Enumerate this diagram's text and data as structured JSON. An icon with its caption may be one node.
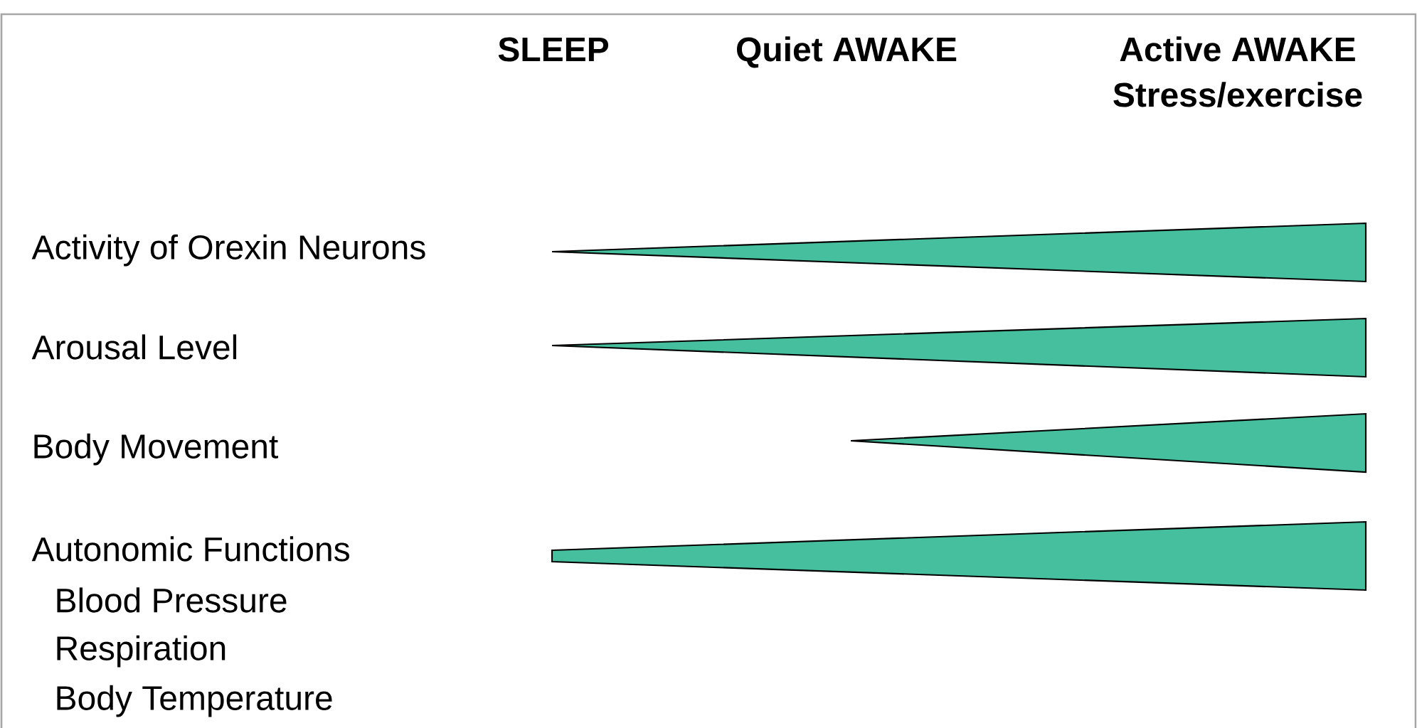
{
  "diagram": {
    "nodes": [
      {
        "text": [],
        "shape": "wedge"
      },
      {
        "text": [],
        "shape": "wedge"
      },
      {
        "text": [],
        "shape": "wedge"
      },
      {
        "text": [],
        "shape": "wedge"
      }
    ],
    "labels": [
      "SLEEP",
      "Quiet AWAKE",
      "Active AWAKE",
      "Stress/exercise",
      "Activity of Orexin Neurons",
      "Arousal Level",
      "Body Movement",
      "Autonomic Functions",
      "Blood Pressure",
      "Respiration",
      "Body Temperature"
    ]
  }
}
